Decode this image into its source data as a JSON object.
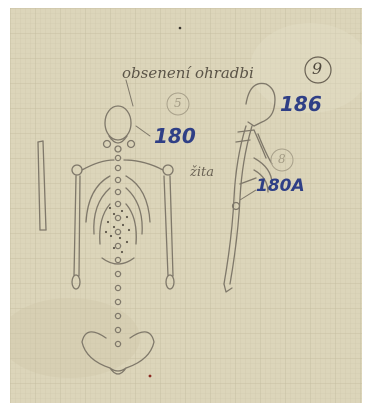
{
  "sketch": {
    "caption_text": "obsenení ohradbi",
    "page_number": "9",
    "label_180": "180",
    "label_186": "186",
    "label_180a": "180A",
    "label_side": "žita",
    "faint_note_upper": "5",
    "faint_note_lower": "8"
  },
  "colors": {
    "paper": "#dcd5ba",
    "grid": "#c9c2a6",
    "pencil": "#7f786a",
    "ink_blue": "#2f3f86"
  }
}
